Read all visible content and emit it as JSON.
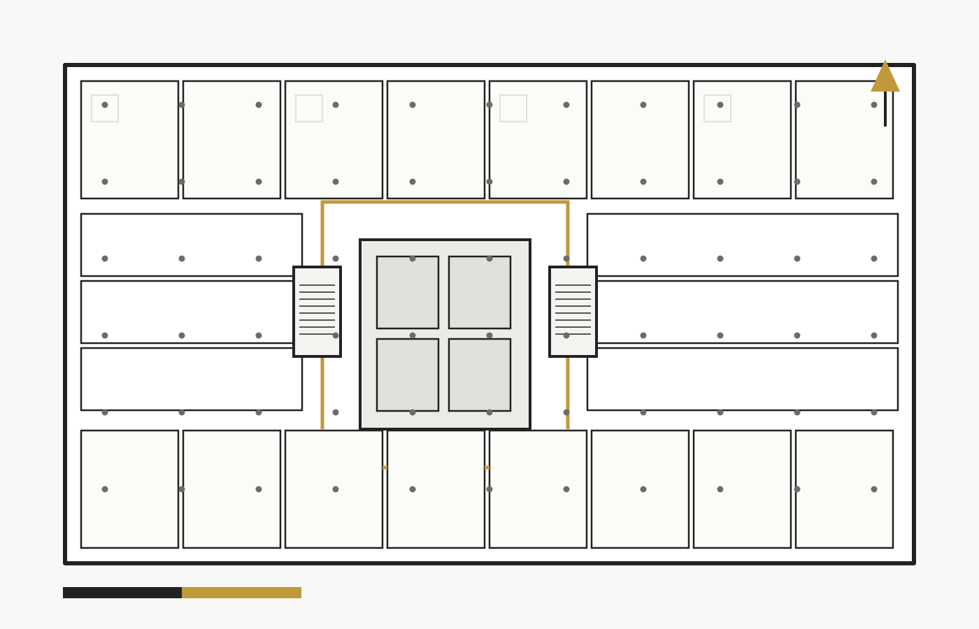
{
  "colors": {
    "background": "#f8f8f6",
    "wall": "#222222",
    "unit_fill": "#fbfbf8",
    "corridor_fill": "#ffffff",
    "core_fill": "#ebebe8",
    "lift_fill": "#e0e0dc",
    "accent": "#c09a3a",
    "column": "#6b6b6b",
    "fixture": "#d8d8d4"
  },
  "icons": {
    "north_arrow": "north-arrow-icon",
    "scale_bar": "scale-bar"
  },
  "layout_summary": {
    "top_units": 8,
    "bottom_units": 8,
    "left_wing_units": 3,
    "right_wing_units": 3,
    "stairs": 2,
    "lifts": 4
  }
}
